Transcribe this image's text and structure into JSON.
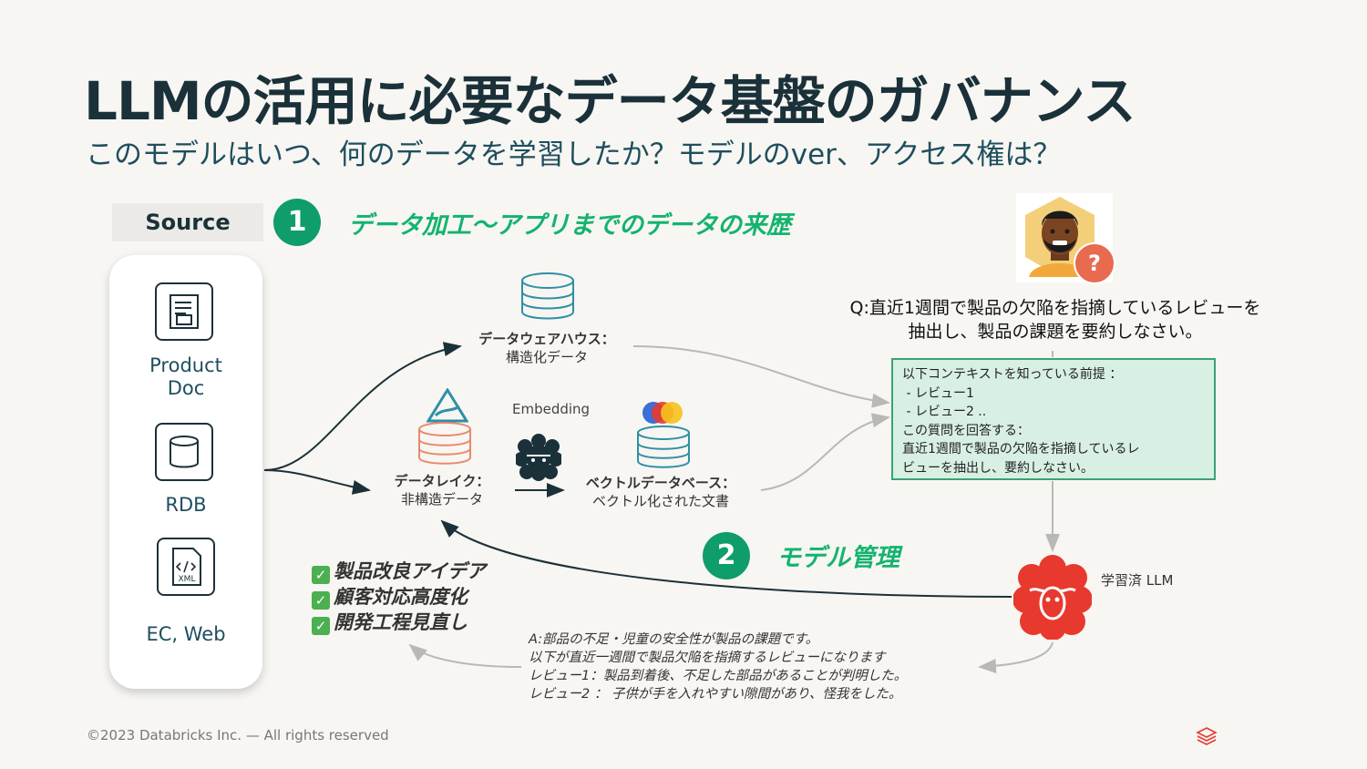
{
  "title": "LLMの活用に必要なデータ基盤のガバナンス",
  "subtitle": "このモデルはいつ、何のデータを学習したか？モデルのver、アクセス権は？",
  "source": {
    "label": "Source",
    "items": [
      {
        "label_line1": "Product",
        "label_line2": "Doc",
        "icon": "document-icon"
      },
      {
        "label_line1": "RDB",
        "label_line2": "",
        "icon": "database-icon"
      },
      {
        "label_line1": "EC, Web",
        "label_line2": "",
        "icon": "xml-file-icon"
      }
    ]
  },
  "step1": {
    "number": "1",
    "heading": "データ加工〜アプリまでのデータの来歴"
  },
  "step2": {
    "number": "2",
    "heading": "モデル管理"
  },
  "nodes": {
    "warehouse": {
      "title": "データウェアハウス：",
      "desc": "構造化データ"
    },
    "lake": {
      "title": "データレイク：",
      "desc": "非構造データ"
    },
    "vector": {
      "title": "ベクトルデータベース：",
      "desc": "ベクトル化された文書"
    },
    "embedding": "Embedding",
    "llm": "学習済 LLM"
  },
  "question": {
    "line1": "Q:直近1週間で製品の欠陥を指摘しているレビューを",
    "line2": "抽出し、製品の課題を要約しなさい。"
  },
  "context": {
    "lines": [
      "以下コンテキストを知っている前提 ：",
      " - レビュー1",
      " - レビュー2 ..",
      "この質問を回答する：",
      "直近1週間で製品の欠陥を指摘しているレ",
      "ビューを抽出し、要約しなさい。"
    ]
  },
  "answer": {
    "lines": [
      "A:部品の不足・児童の安全性が製品の課題です。",
      "以下が直近一週間で製品欠陥を指摘するレビューになります",
      "レビュー1：製品到着後、不足した部品があることが判明した。",
      "レビュー2 ： 子供が手を入れやすい隙間があり、怪我をした。"
    ]
  },
  "benefits": [
    "製品改良アイデア",
    "顧客対応高度化",
    "開発工程見直し"
  ],
  "footer": "©2023 Databricks Inc. — All rights reserved",
  "colors": {
    "accent_green": "#14b36f",
    "badge_green": "#0f9d6a",
    "navy": "#1b3139",
    "llm_red": "#e8392e",
    "db_teal": "#2f8fa6",
    "lake_salmon": "#e9896e"
  }
}
